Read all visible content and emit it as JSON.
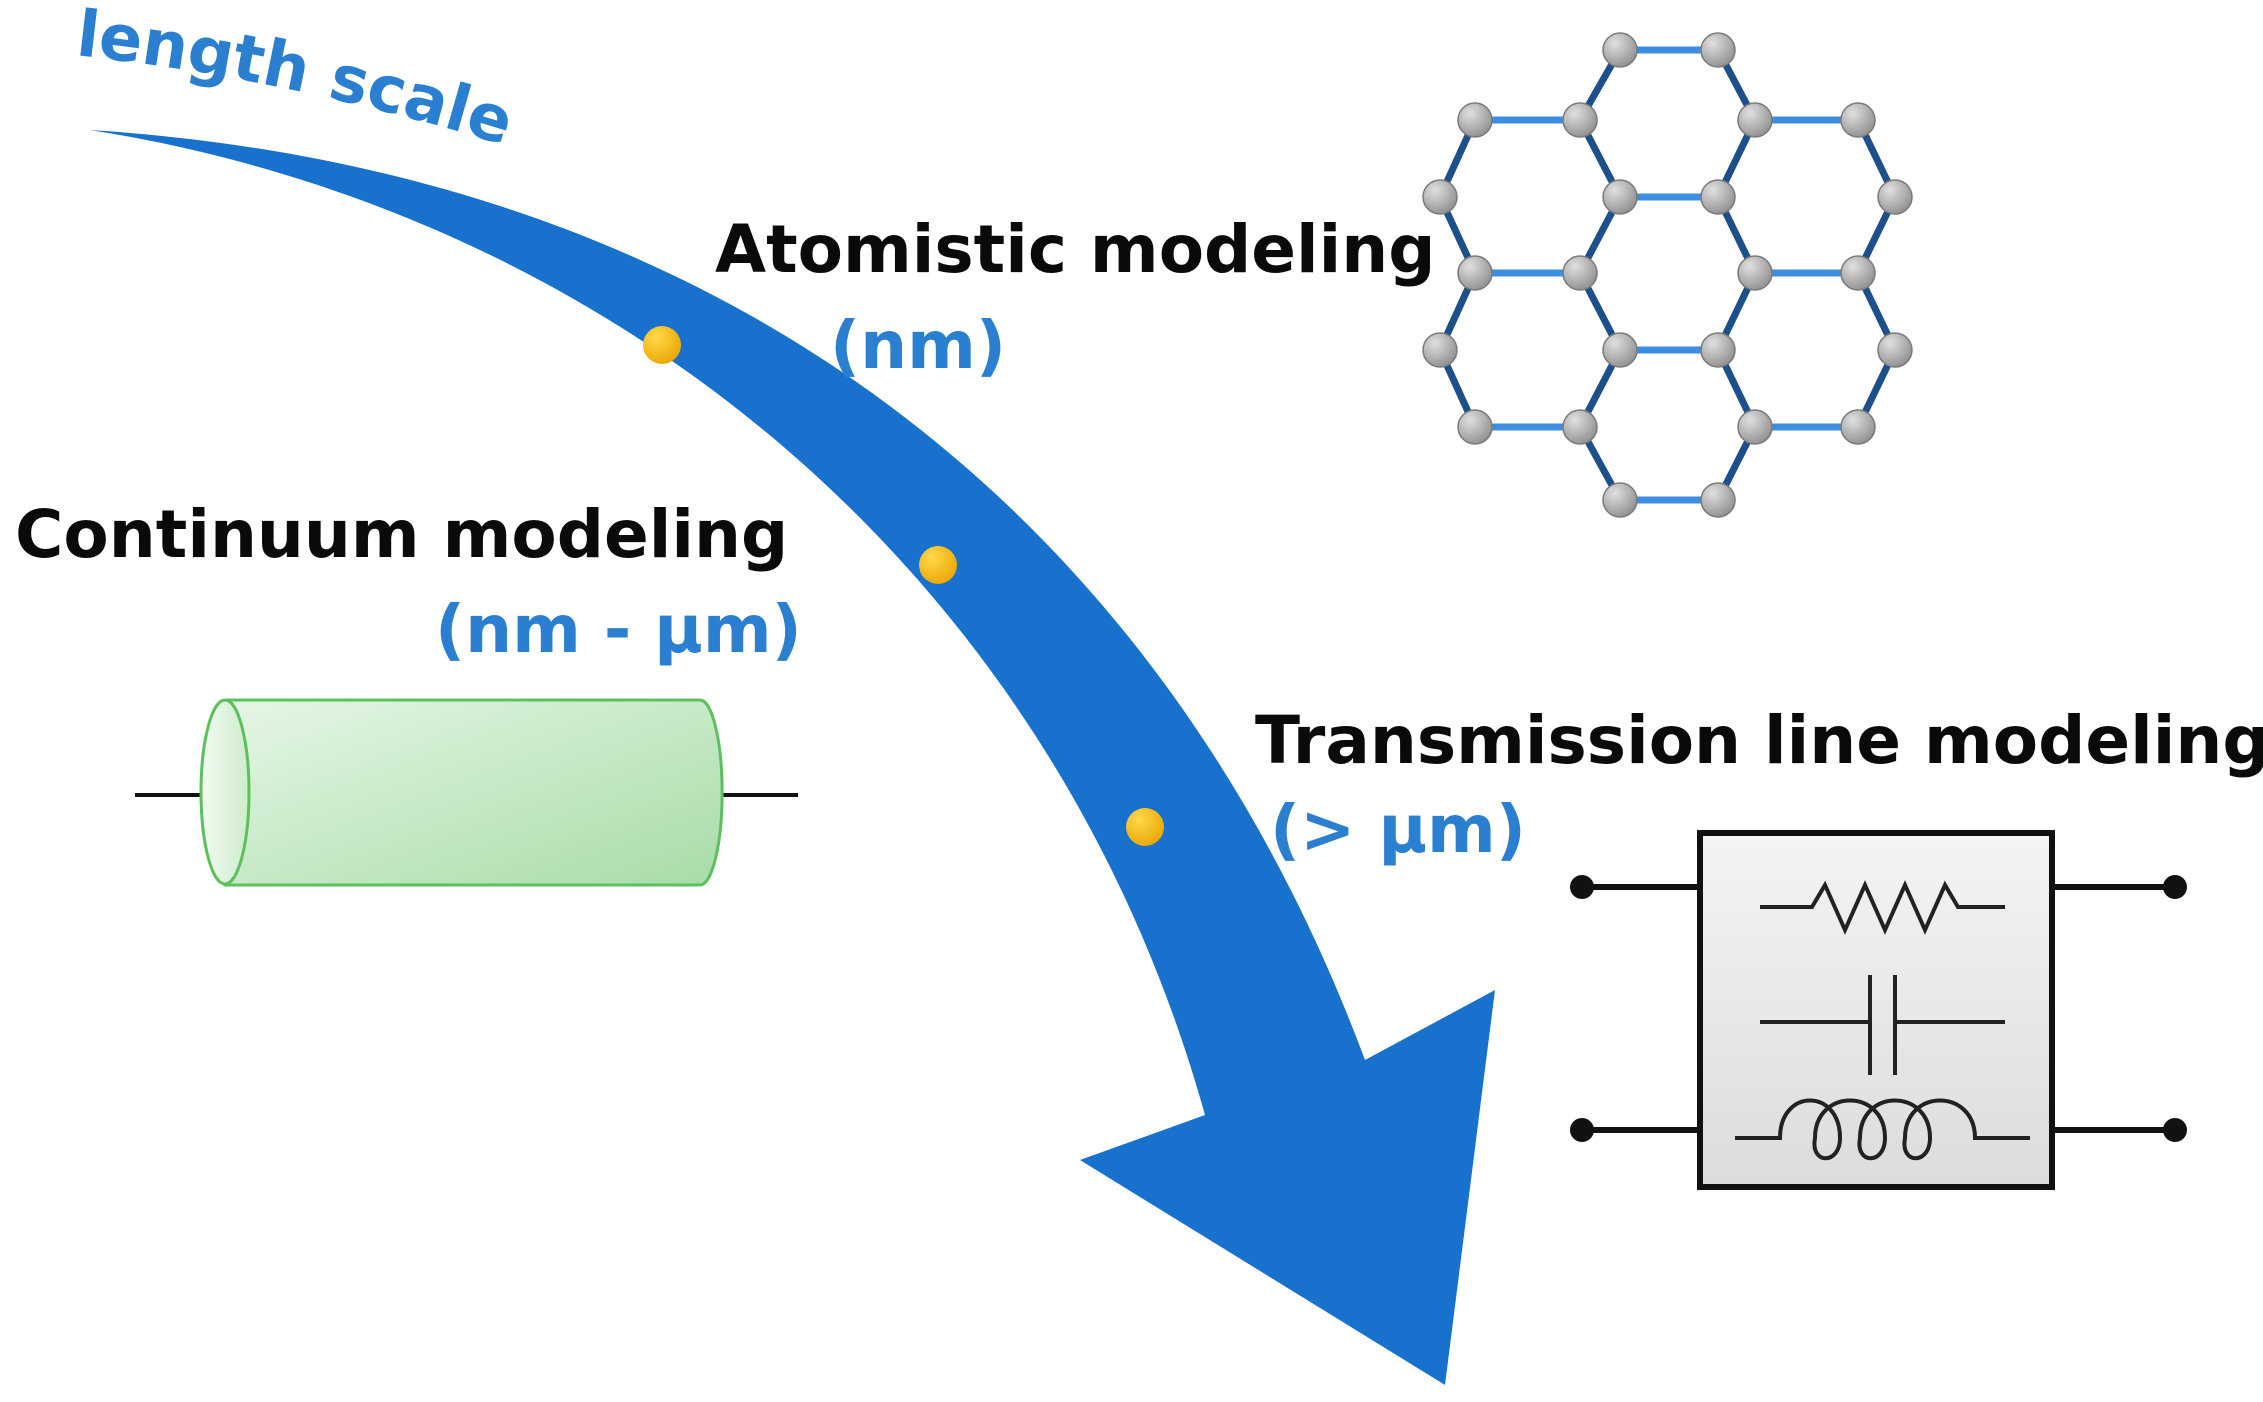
{
  "arrow": {
    "caption": "length scale"
  },
  "stages": [
    {
      "name": "Atomistic modeling",
      "scale": "(nm)"
    },
    {
      "name": "Continuum modeling",
      "scale": "(nm - μm)"
    },
    {
      "name": "Transmission line modeling",
      "scale": "(> μm)"
    }
  ],
  "colors": {
    "arrow": "#1871cc",
    "scale_text": "#2a7fd0",
    "dot": "#f2b400",
    "atom": "#9a9a9a",
    "bond_light": "#3d8ee0",
    "bond_dark": "#1d4f8a",
    "cylinder_fill": "#bfe6bf",
    "cylinder_stroke": "#5cc05c",
    "circuit_box": "#e6e6e6"
  },
  "icons": {
    "atomistic": "graphene-lattice-icon",
    "continuum": "cylinder-conductor-icon",
    "transmission": "rlc-circuit-icon"
  }
}
